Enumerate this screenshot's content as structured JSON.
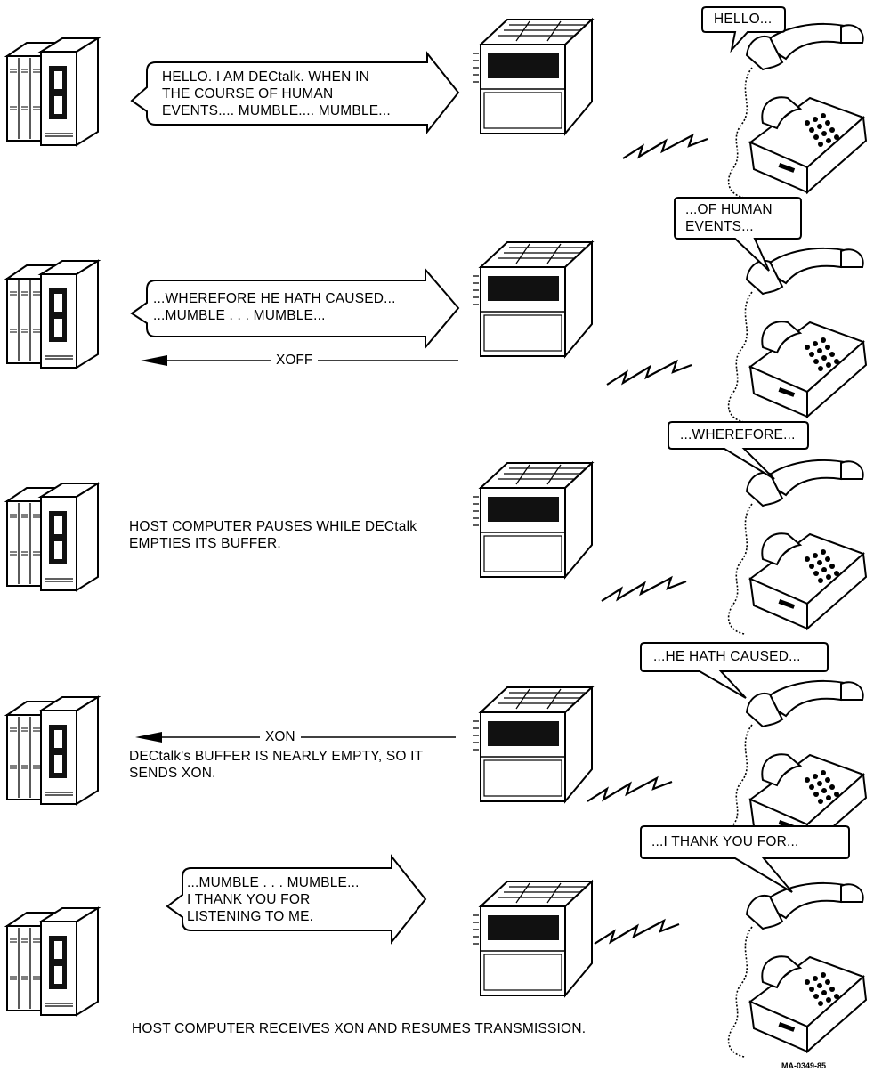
{
  "rows": [
    {
      "message": [
        "HELLO. I AM DECtalk. WHEN IN",
        "THE COURSE OF HUMAN",
        "EVENTS.... MUMBLE.... MUMBLE..."
      ],
      "speech": [
        "HELLO..."
      ]
    },
    {
      "message": [
        "...WHEREFORE HE HATH CAUSED...",
        "...MUMBLE . . . MUMBLE..."
      ],
      "signal": "XOFF",
      "speech": [
        "...OF HUMAN",
        "EVENTS..."
      ]
    },
    {
      "caption": [
        "HOST COMPUTER PAUSES WHILE DECtalk",
        "EMPTIES ITS BUFFER."
      ],
      "speech": [
        "...WHEREFORE..."
      ]
    },
    {
      "signal": "XON",
      "caption": [
        "DECtalk's BUFFER IS NEARLY EMPTY, SO IT",
        "SENDS XON."
      ],
      "speech": [
        "...HE HATH CAUSED..."
      ]
    },
    {
      "message": [
        "...MUMBLE . . . MUMBLE...",
        "I THANK YOU FOR",
        "LISTENING TO ME."
      ],
      "speech": [
        "...I THANK YOU FOR..."
      ]
    }
  ],
  "footer_caption": "HOST COMPUTER RECEIVES XON AND RESUMES TRANSMISSION.",
  "figure_id": "MA-0349-85"
}
